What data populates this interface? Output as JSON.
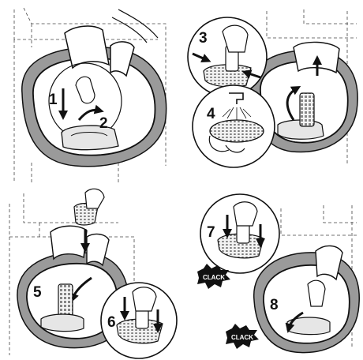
{
  "steps": {
    "s1": "1",
    "s2": "2",
    "s3": "3",
    "s4": "4",
    "s5": "5",
    "s6": "6",
    "s7": "7",
    "s8": "8"
  },
  "sounds": {
    "clack_1": "CLACK",
    "clack_2": "CLACK"
  }
}
